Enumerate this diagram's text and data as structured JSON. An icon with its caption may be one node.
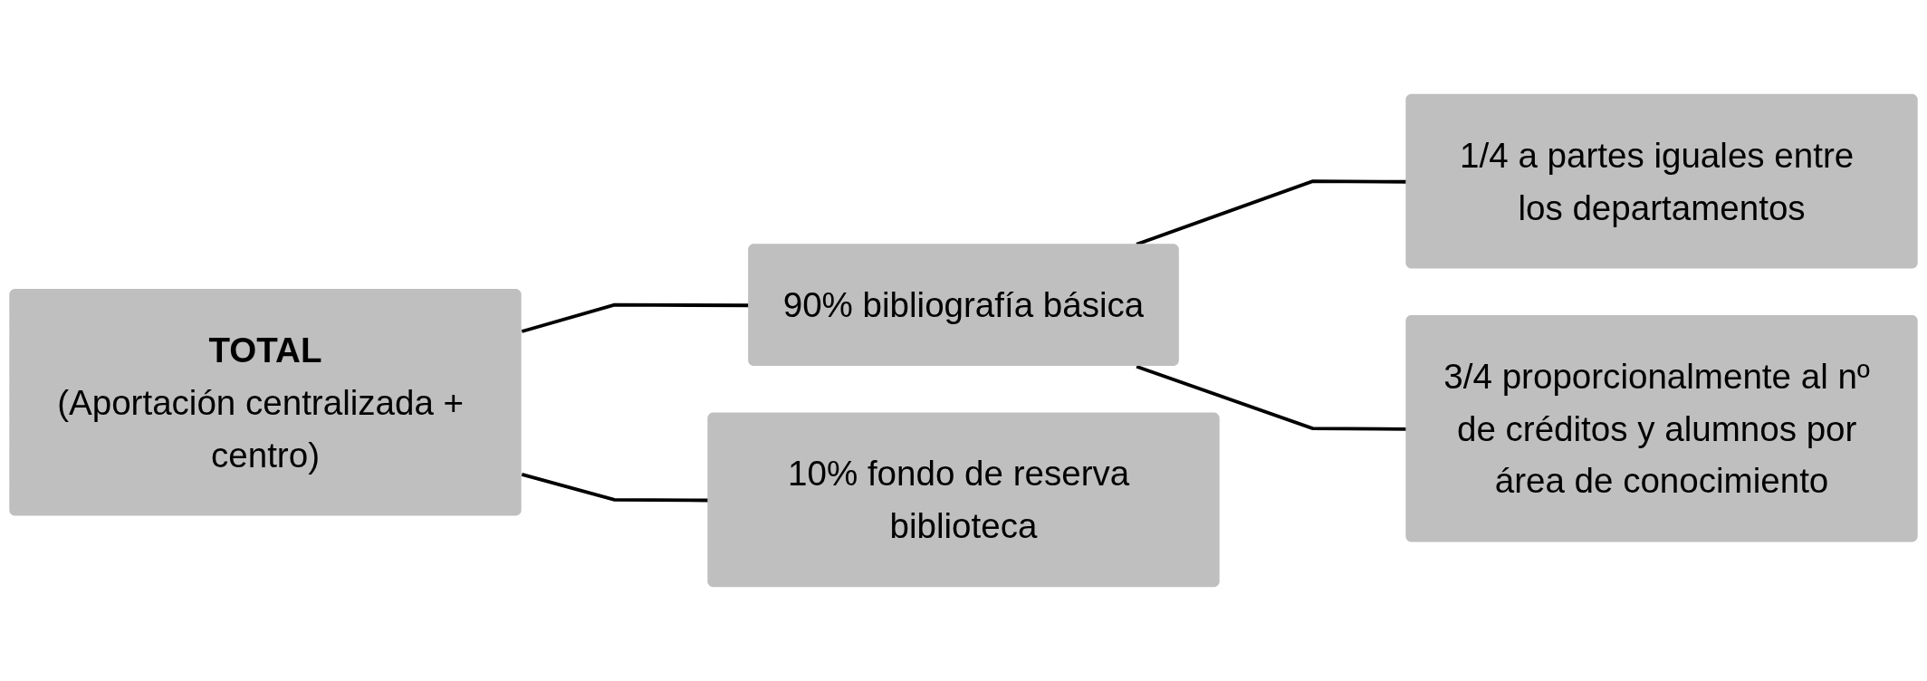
{
  "diagram": {
    "nodes": [
      {
        "text": [
          "TOTAL",
          "(Aportación centralizada + centro)"
        ]
      },
      {
        "text": [
          "90% bibliografía básica"
        ]
      },
      {
        "text": [
          "10% fondo de reserva biblioteca"
        ]
      },
      {
        "text": [
          "1/4 a partes iguales entre los departamentos"
        ]
      },
      {
        "text": [
          "3/4 proporcionalmente al nº de créditos y alumnos por área de conocimiento"
        ]
      }
    ],
    "edges": [
      {
        "from": 0,
        "to": 1,
        "arrow": "none"
      },
      {
        "from": 0,
        "to": 2,
        "arrow": "none"
      },
      {
        "from": 1,
        "to": 3,
        "arrow": "none"
      },
      {
        "from": 1,
        "to": 4,
        "arrow": "none"
      }
    ]
  }
}
